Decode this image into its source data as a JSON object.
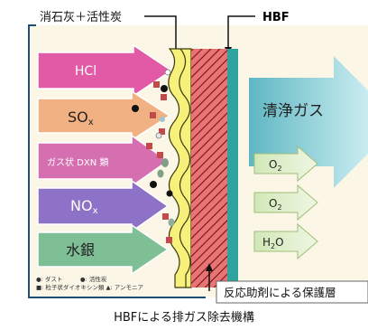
{
  "labels": {
    "top_left": "消石灰＋活性炭",
    "hbf": "HBF",
    "clean_gas": "清浄ガス",
    "protective_layer": "反応助剤による保護層"
  },
  "inputs": [
    {
      "main": "HCl",
      "sub": ""
    },
    {
      "main": "SO",
      "sub": "x"
    },
    {
      "main": "ガス状 DXN 類",
      "sub": ""
    },
    {
      "main": "NO",
      "sub": "x"
    },
    {
      "main": "水銀",
      "sub": ""
    }
  ],
  "outputs": [
    {
      "main": "O",
      "sub": "2"
    },
    {
      "main": "O",
      "sub": "2"
    },
    {
      "main": "H",
      "sub": "2",
      "tail": "O"
    }
  ],
  "legend": {
    "line1": "●: ダスト　　　●: 活性炭",
    "line2": "■: 粒子状ダイオキシン類  ▲: アンモニア"
  },
  "caption": "HBFによる排ガス除去機構",
  "colors": {
    "frame": "#1f4e7a",
    "bg": "#fbf6e6",
    "arrow_hcl": "#e25aa6",
    "arrow_sox": "#f2b182",
    "arrow_dxn": "#d66fb0",
    "arrow_nox": "#8e72c8",
    "arrow_hg": "#7fbf96",
    "clean_arrow": "#8fd0d8",
    "out_arrow": "#d8ecc0",
    "yellow_layer": "#f7f07a",
    "red_layer": "#e36a6a",
    "teal_layer": "#2fa39e",
    "hbf_color": "#1f7fbf"
  }
}
